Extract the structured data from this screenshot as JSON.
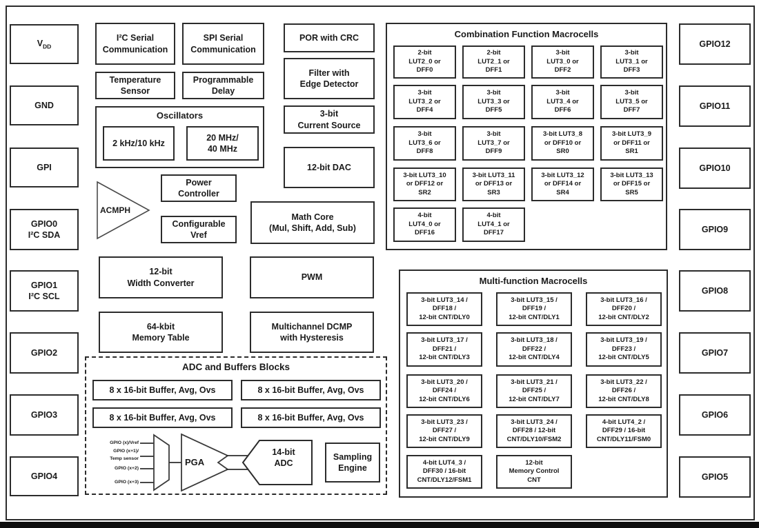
{
  "colors": {
    "line": "#2b2b2b",
    "text": "#1a1a1a",
    "background": "#ffffff"
  },
  "diagram": {
    "left_pins": [
      {
        "main": "V",
        "sub": "DD"
      },
      {
        "text": "GND"
      },
      {
        "text": "GPI"
      },
      {
        "text": "GPIO0\nI²C SDA"
      },
      {
        "text": "GPIO1\nI²C SCL"
      },
      {
        "text": "GPIO2"
      },
      {
        "text": "GPIO3"
      },
      {
        "text": "GPIO4"
      }
    ],
    "right_pins": [
      {
        "text": "GPIO12"
      },
      {
        "text": "GPIO11"
      },
      {
        "text": "GPIO10"
      },
      {
        "text": "GPIO9"
      },
      {
        "text": "GPIO8"
      },
      {
        "text": "GPIO7"
      },
      {
        "text": "GPIO6"
      },
      {
        "text": "GPIO5"
      }
    ],
    "blocks": {
      "i2c": "I²C Serial\nCommunication",
      "spi": "SPI Serial\nCommunication",
      "por": "POR with CRC",
      "temp_sensor": "Temperature\nSensor",
      "prog_delay": "Programmable\nDelay",
      "filter": "Filter with\nEdge Detector",
      "current_source": "3-bit\nCurrent Source",
      "dac": "12-bit DAC",
      "power": "Power\nController",
      "vref": "Configurable\nVref",
      "math_core": "Math Core\n(Mul, Shift, Add, Sub)",
      "width_conv": "12-bit\nWidth Converter",
      "pwm": "PWM",
      "memory": "64-kbit\nMemory Table",
      "dcmp": "Multichannel DCMP\nwith Hysteresis"
    },
    "oscillators": {
      "title": "Oscillators",
      "osc_low": "2 kHz/10 kHz",
      "osc_high": "20 MHz/\n40 MHz"
    },
    "acmph_label": "ACMPH",
    "combination": {
      "title": "Combination Function Macrocells",
      "cells": [
        "2-bit\nLUT2_0 or\nDFF0",
        "2-bit\nLUT2_1 or\nDFF1",
        "3-bit\nLUT3_0 or\nDFF2",
        "3-bit\nLUT3_1 or\nDFF3",
        "3-bit\nLUT3_2 or\nDFF4",
        "3-bit\nLUT3_3 or\nDFF5",
        "3-bit\nLUT3_4 or\nDFF6",
        "3-bit\nLUT3_5 or\nDFF7",
        "3-bit\nLUT3_6 or\nDFF8",
        "3-bit\nLUT3_7 or\nDFF9",
        "3-bit LUT3_8\nor DFF10 or\nSR0",
        "3-bit LUT3_9\nor DFF11 or\nSR1",
        "3-bit LUT3_10\nor DFF12 or\nSR2",
        "3-bit LUT3_11\nor DFF13 or\nSR3",
        "3-bit LUT3_12\nor DFF14 or\nSR4",
        "3-bit LUT3_13\nor DFF15 or\nSR5",
        "4-bit\nLUT4_0 or\nDFF16",
        "4-bit\nLUT4_1 or\nDFF17"
      ]
    },
    "multifunction": {
      "title": "Multi-function Macrocells",
      "cells": [
        "3-bit LUT3_14 /\nDFF18 /\n12-bit CNT/DLY0",
        "3-bit LUT3_15 /\nDFF19 /\n12-bit CNT/DLY1",
        "3-bit LUT3_16 /\nDFF20 /\n12-bit CNT/DLY2",
        "3-bit LUT3_17 /\nDFF21 /\n12-bit CNT/DLY3",
        "3-bit LUT3_18 /\nDFF22 /\n12-bit CNT/DLY4",
        "3-bit LUT3_19 /\nDFF23 /\n12-bit CNT/DLY5",
        "3-bit LUT3_20 /\nDFF24 /\n12-bit CNT/DLY6",
        "3-bit LUT3_21 /\nDFF25 /\n12-bit CNT/DLY7",
        "3-bit LUT3_22 /\nDFF26 /\n12-bit CNT/DLY8",
        "3-bit LUT3_23 /\nDFF27 /\n12-bit CNT/DLY9",
        "3-bit LUT3_24 /\nDFF28 / 12-bit\nCNT/DLY10/FSM2",
        "4-bit LUT4_2 /\nDFF29 / 16-bit\nCNT/DLY11/FSM0",
        "4-bit LUT4_3 /\nDFF30 / 16-bit\nCNT/DLY12/FSM1",
        "12-bit\nMemory Control\nCNT"
      ]
    },
    "adc_section": {
      "title": "ADC and Buffers Blocks",
      "buffers": [
        "8 x 16-bit Buffer, Avg, Ovs",
        "8 x 16-bit Buffer, Avg, Ovs",
        "8 x 16-bit Buffer, Avg, Ovs",
        "8 x 16-bit Buffer, Avg, Ovs"
      ],
      "inputs": [
        "GPIO (x)/Vref",
        "GPIO (x+1)/\nTemp sensor",
        "GPIO (x+2)",
        "GPIO (x+3)"
      ],
      "pga": "PGA",
      "adc_block": "14-bit\nADC",
      "sampling": "Sampling\nEngine"
    }
  }
}
